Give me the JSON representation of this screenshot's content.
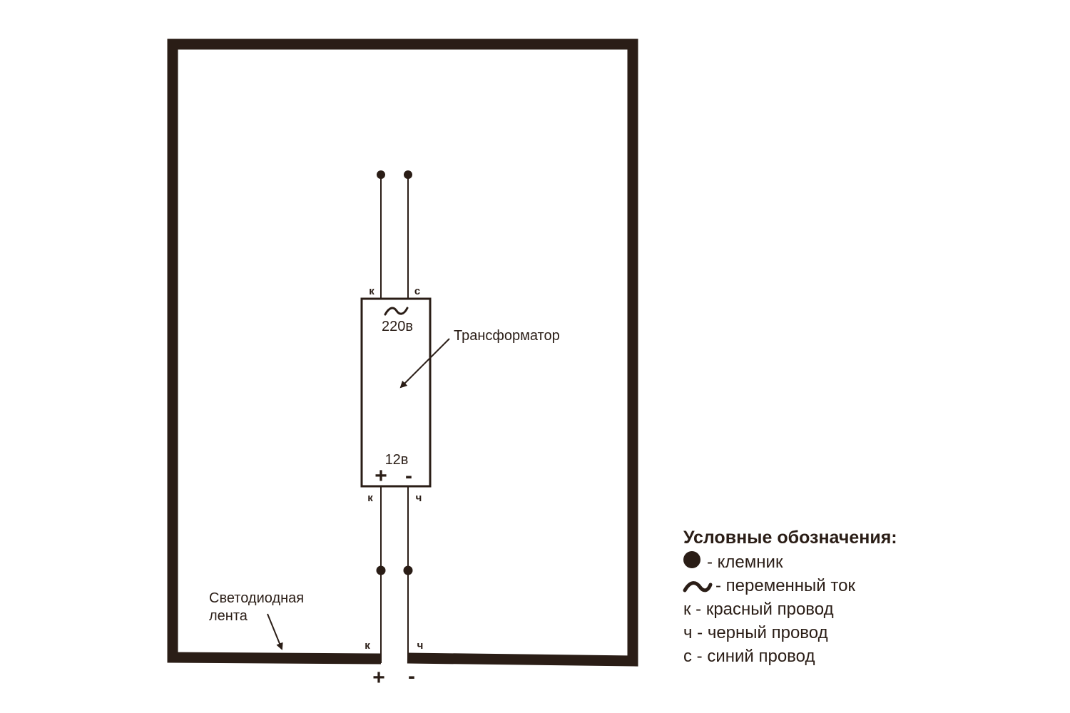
{
  "diagram": {
    "colors": {
      "ink": "#2a1d16",
      "background": "#ffffff"
    },
    "transformer": {
      "label": "Трансформатор",
      "ac_symbol": "~",
      "input_voltage": "220в",
      "output_voltage": "12в",
      "plus_sign": "+",
      "minus_sign": "-",
      "top_left_wire": "к",
      "top_right_wire": "с",
      "bottom_left_wire": "к",
      "bottom_right_wire": "ч"
    },
    "led_strip": {
      "label_line1": "Светодиодная",
      "label_line2": "лента",
      "left_wire": "к",
      "right_wire": "ч",
      "plus_sign": "+",
      "minus_sign": "-"
    }
  },
  "legend": {
    "title": "Условные обозначения:",
    "items": [
      {
        "symbol": "terminal-dot-icon",
        "text": "- клемник"
      },
      {
        "symbol": "tilde-icon",
        "text": "- переменный ток"
      },
      {
        "symbol": "text",
        "text": "к - красный провод"
      },
      {
        "symbol": "text",
        "text": "ч - черный провод"
      },
      {
        "symbol": "text",
        "text": "с - синий провод"
      }
    ]
  }
}
